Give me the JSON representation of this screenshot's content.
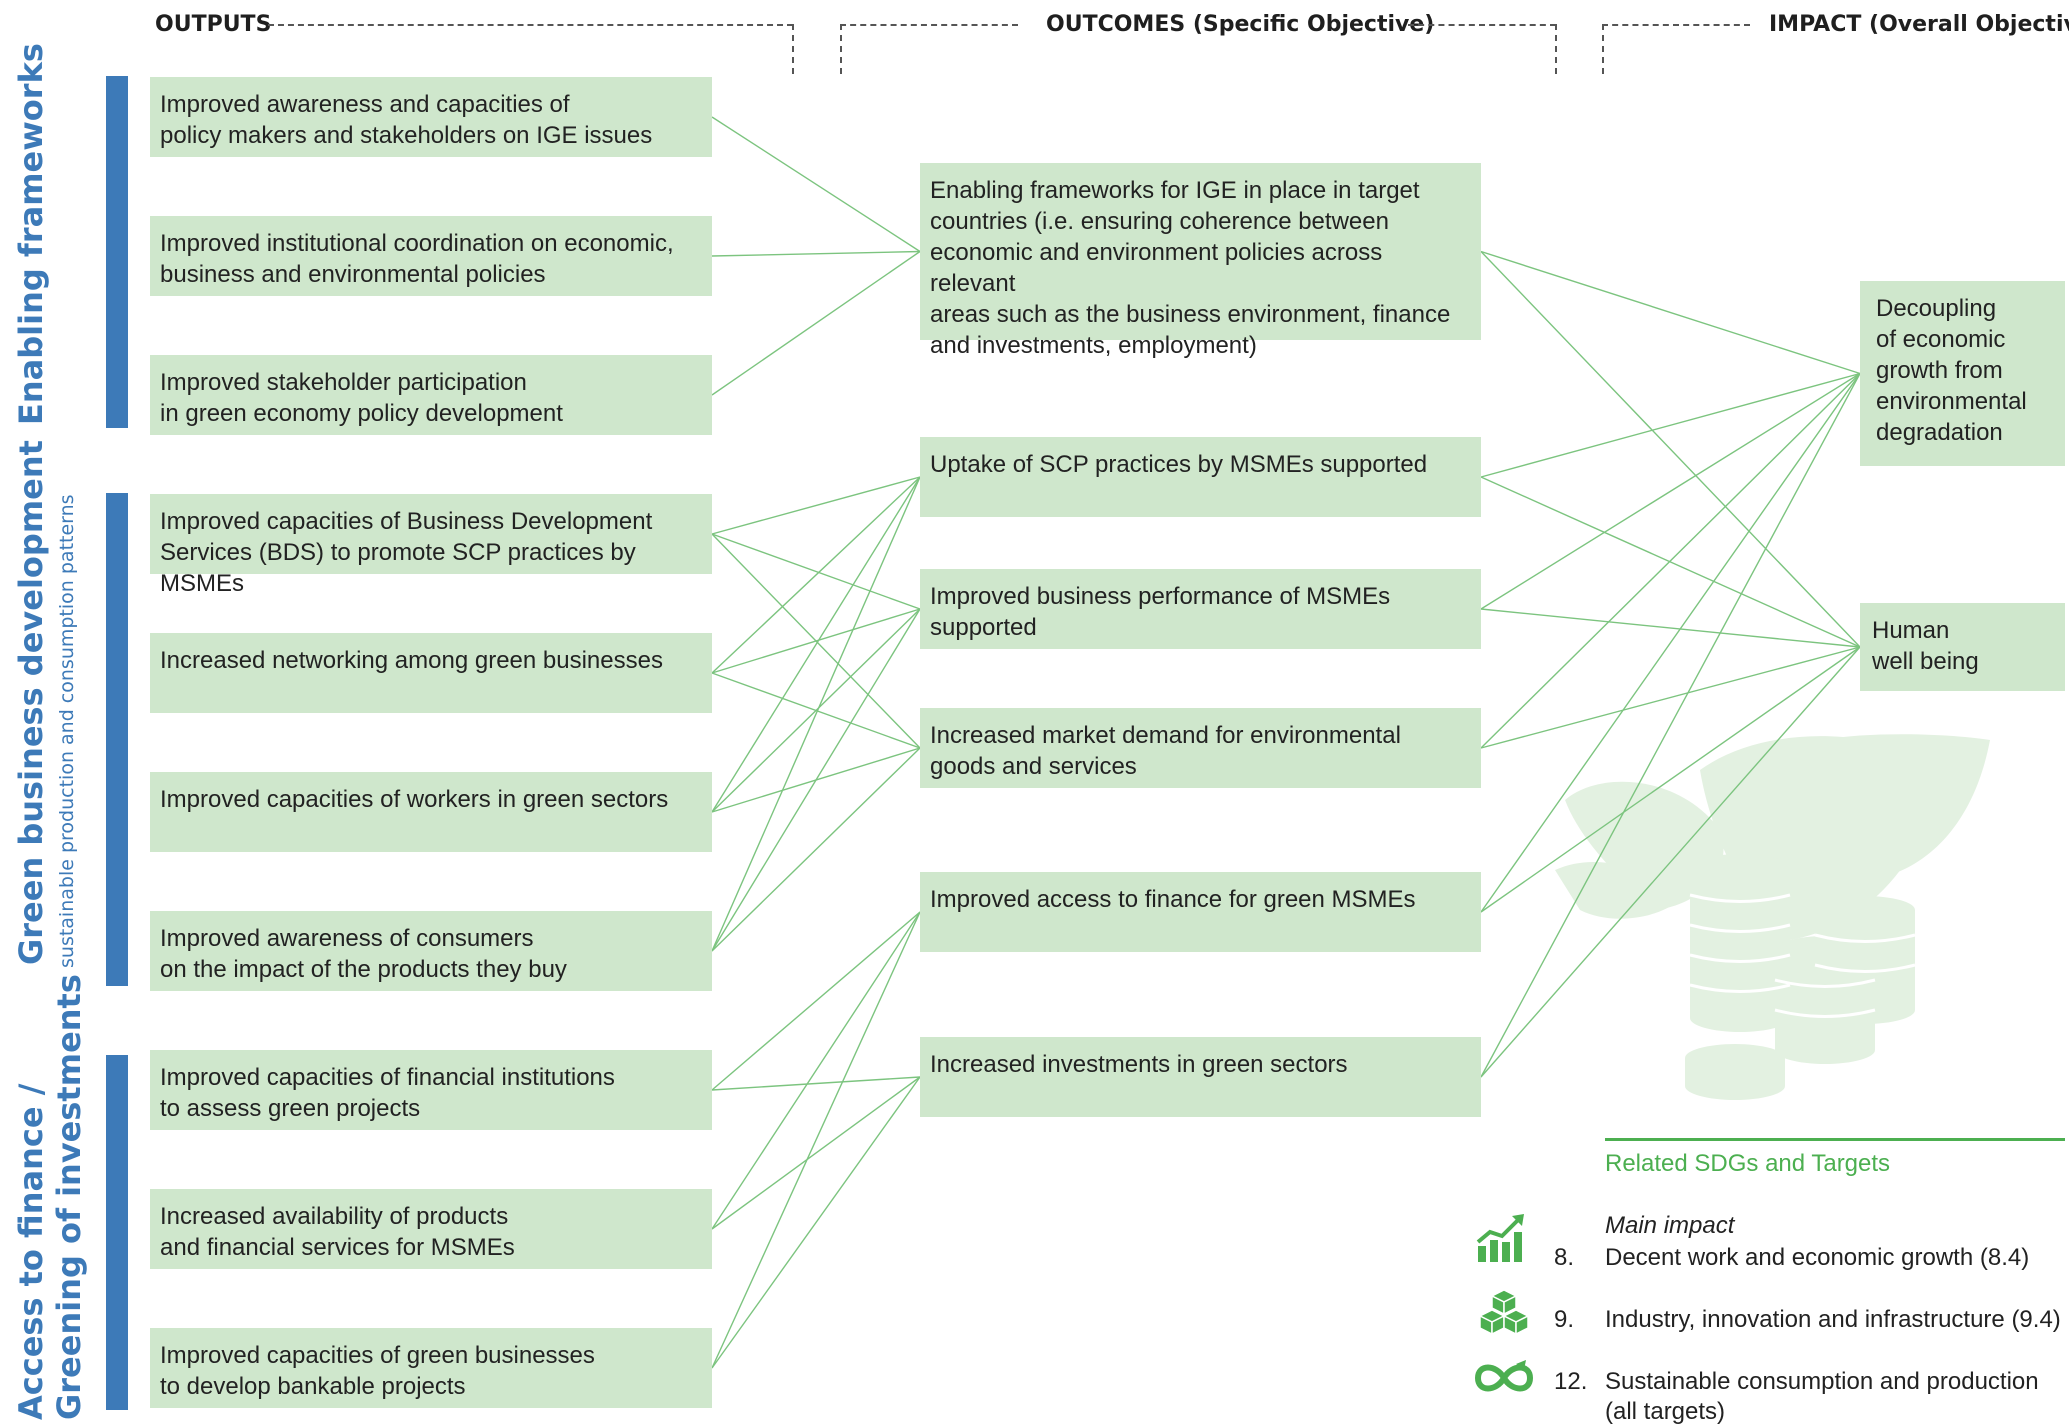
{
  "headers": {
    "outputs": "OUTPUTS",
    "outcomes": "OUTCOMES (Specific Objective)",
    "impact": "IMPACT (Overall Objective)"
  },
  "groups": [
    {
      "main": "Enabling frameworks",
      "sub": ""
    },
    {
      "main": "Green business development",
      "sub": "sustainable production and consumption patterns"
    },
    {
      "main": "Access to finance /",
      "main2": "Greening of investments"
    }
  ],
  "outputs": [
    "Improved awareness and capacities of\npolicy makers and stakeholders on IGE issues",
    "Improved institutional coordination on economic,\nbusiness and environmental policies",
    "Improved stakeholder participation\nin green economy policy development",
    "Improved capacities of Business Development\nServices (BDS) to promote SCP practices by MSMEs",
    "Increased networking among green businesses",
    "Improved capacities of workers in green sectors",
    "Improved awareness of consumers\non the impact of the products they buy",
    "Improved capacities of financial institutions\nto assess green projects",
    "Increased availability of products\nand financial services for MSMEs",
    "Improved capacities of green businesses\nto develop bankable projects"
  ],
  "outcomes": [
    "Enabling frameworks for IGE in place in target\ncountries (i.e. ensuring coherence between\neconomic and environment policies across relevant\nareas such as the business environment, finance\nand investments, employment)",
    "Uptake of SCP practices by MSMEs supported",
    "Improved business performance of MSMEs\nsupported",
    "Increased market demand for environmental\ngoods and services",
    "Improved access to finance for green MSMEs",
    "Increased investments in green sectors"
  ],
  "impacts": [
    "Decoupling\nof economic\ngrowth from\nenvironmental\n degradation",
    "Human\nwell being"
  ],
  "links_output_outcome": [
    [
      0,
      0
    ],
    [
      1,
      0
    ],
    [
      2,
      0
    ],
    [
      3,
      1
    ],
    [
      3,
      2
    ],
    [
      3,
      3
    ],
    [
      4,
      1
    ],
    [
      4,
      2
    ],
    [
      4,
      3
    ],
    [
      5,
      1
    ],
    [
      5,
      2
    ],
    [
      5,
      3
    ],
    [
      6,
      1
    ],
    [
      6,
      2
    ],
    [
      6,
      3
    ],
    [
      7,
      4
    ],
    [
      7,
      5
    ],
    [
      8,
      4
    ],
    [
      8,
      5
    ],
    [
      9,
      4
    ],
    [
      9,
      5
    ]
  ],
  "links_outcome_impact": [
    [
      0,
      0
    ],
    [
      0,
      1
    ],
    [
      1,
      0
    ],
    [
      1,
      1
    ],
    [
      2,
      0
    ],
    [
      2,
      1
    ],
    [
      3,
      0
    ],
    [
      3,
      1
    ],
    [
      4,
      0
    ],
    [
      4,
      1
    ],
    [
      5,
      0
    ],
    [
      5,
      1
    ]
  ],
  "sdg": {
    "title": "Related SDGs and Targets",
    "main_impact": "Main impact",
    "items": [
      {
        "num": "8.",
        "text": "Decent work and economic growth (8.4)",
        "icon": "growth-chart-icon"
      },
      {
        "num": "9.",
        "text": "Industry, innovation and infrastructure (9.4)",
        "icon": "cubes-icon"
      },
      {
        "num": "12.",
        "text": "Sustainable consumption and production",
        "text2": "(all targets)",
        "icon": "infinity-icon"
      }
    ]
  },
  "colors": {
    "box": "#cfe7cc",
    "line": "#7cc47f",
    "blue": "#3d7ab8",
    "green": "#4caf50",
    "art": "#e3f1e1"
  }
}
